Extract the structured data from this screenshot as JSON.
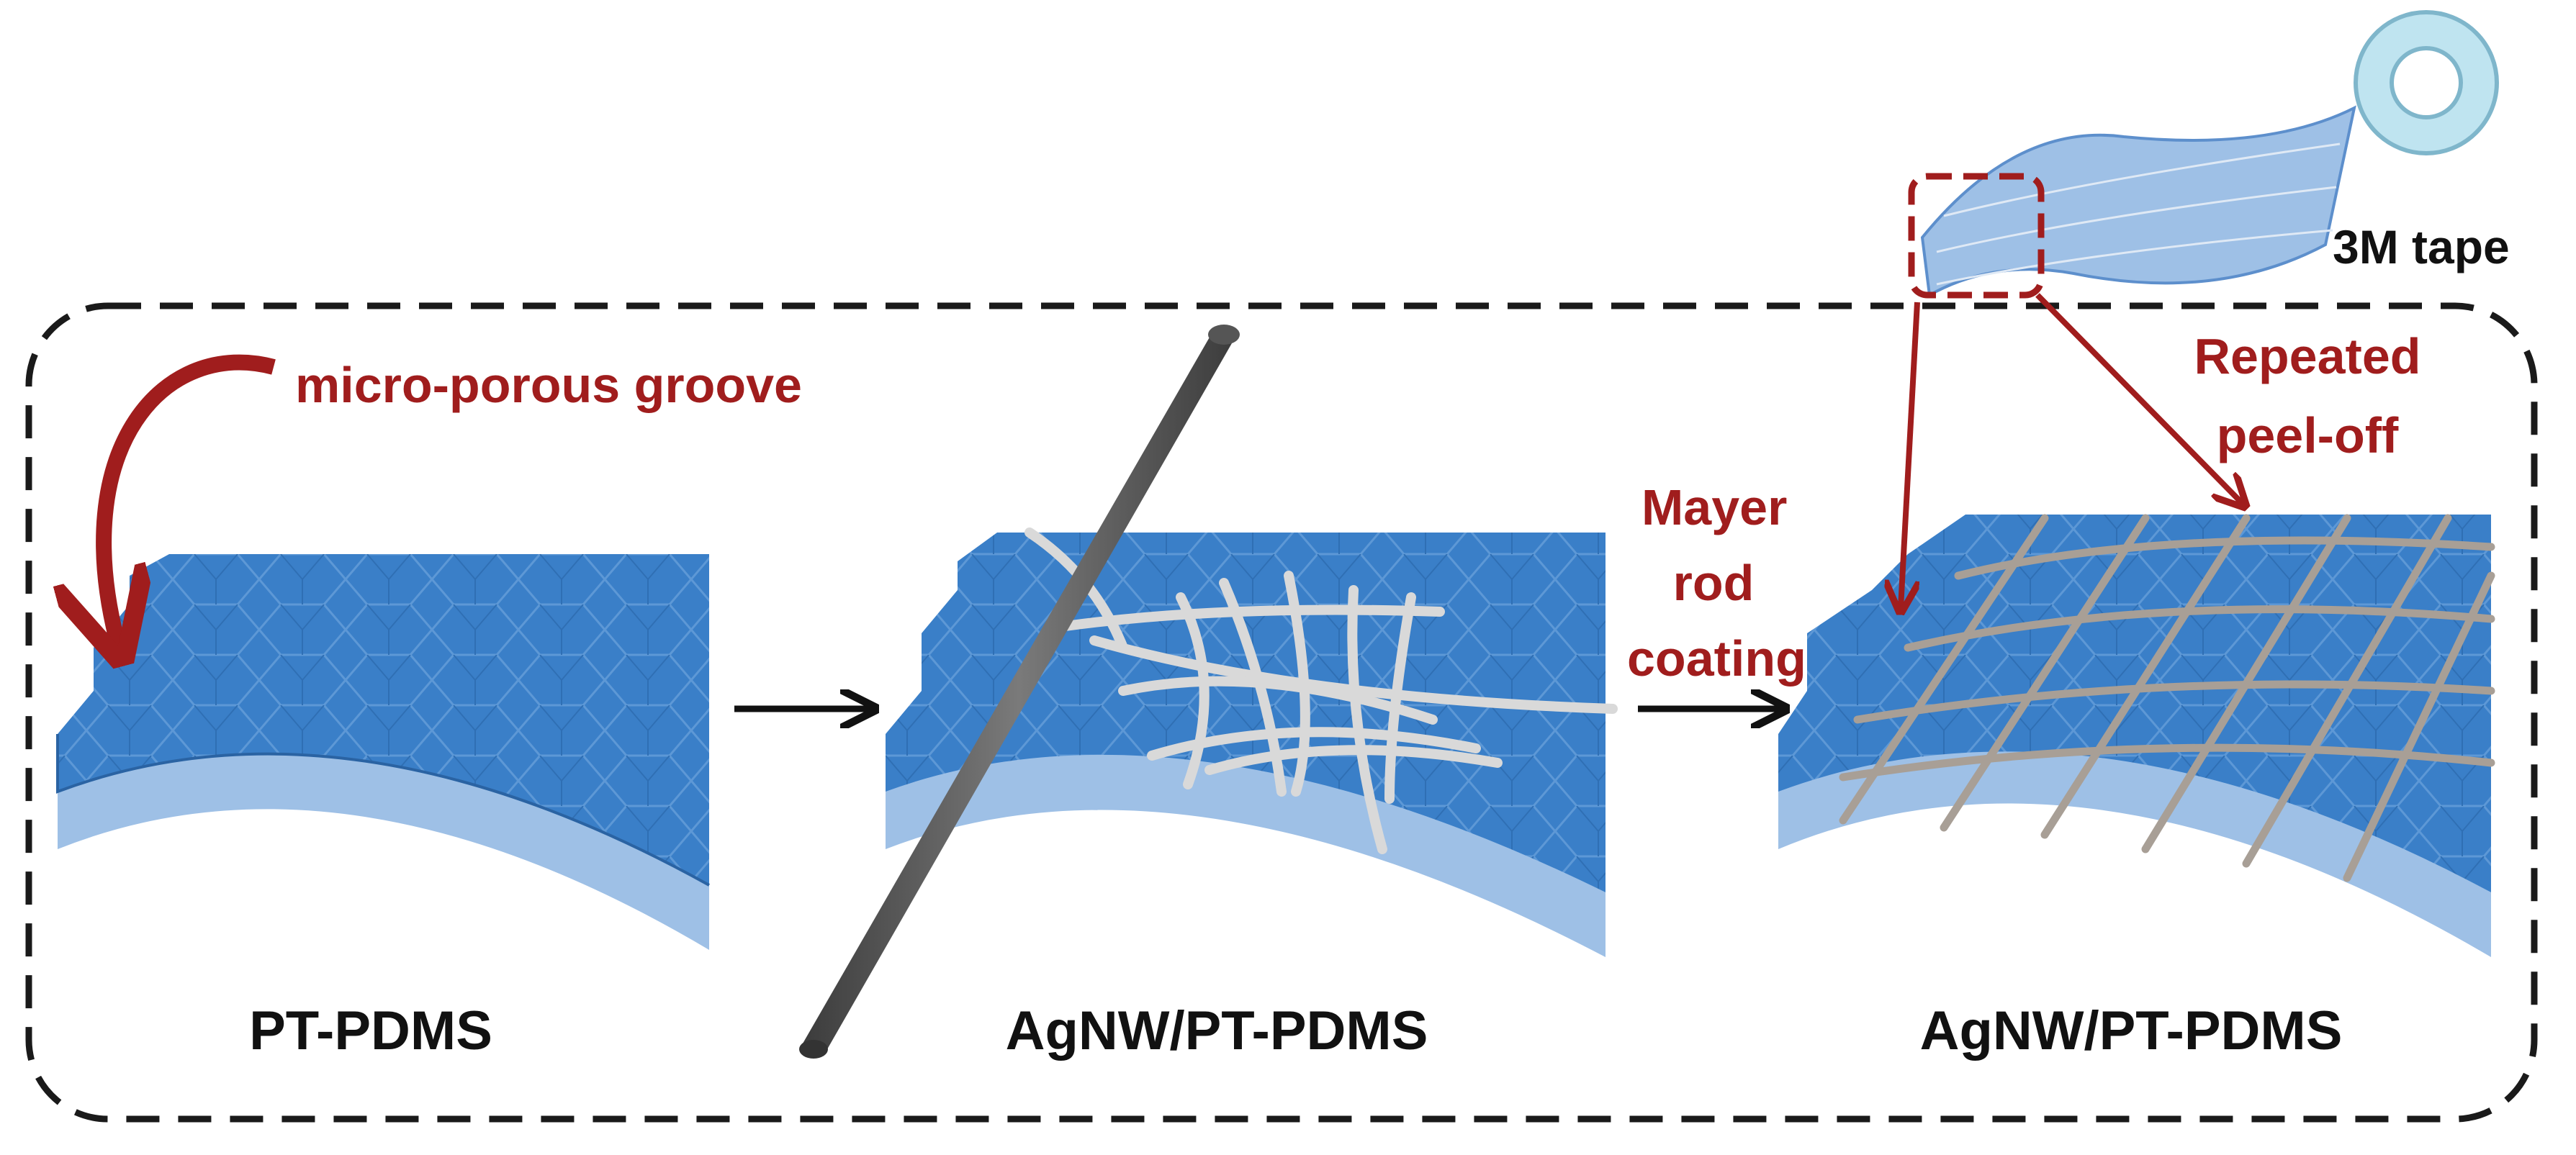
{
  "labels": {
    "groove": "micro-porous groove",
    "mayer": [
      "Mayer",
      "rod",
      "coating"
    ],
    "repeated": [
      "Repeated",
      "peel-off"
    ],
    "tape": "3M tape",
    "panel1": "PT-PDMS",
    "panel2": "AgNW/PT-PDMS",
    "panel3": "AgNW/PT-PDMS"
  },
  "colors": {
    "accent_red": "#a01d1d",
    "pdms_blue": "#3a7fc8",
    "pdms_light": "#9ec0e6",
    "rod": "#5a5a5a",
    "wire": "#d9d9d9",
    "outline": "#1a1a1a"
  }
}
